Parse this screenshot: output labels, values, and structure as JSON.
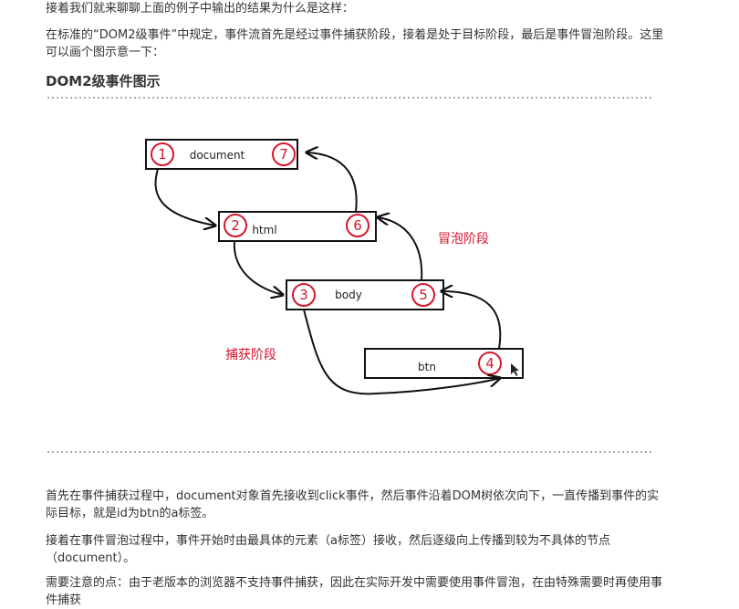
{
  "paragraphs": {
    "intro": "接着我们就来聊聊上面的例子中输出的结果为什么是这样：",
    "standard": "在标准的“DOM2级事件”中规定，事件流首先是经过事件捕获阶段，接着是处于目标阶段，最后是事件冒泡阶段。这里可以画个图示意一下：",
    "capture_desc": "首先在事件捕获过程中，document对象首先接收到click事件，然后事件沿着DOM树依次向下，一直传播到事件的实际目标，就是id为btn的a标签。",
    "bubble_desc": "接着在事件冒泡过程中，事件开始时由最具体的元素（a标签）接收，然后逐级向上传播到较为不具体的节点（document）。",
    "note": "需要注意的点：由于老版本的浏览器不支持事件捕获，因此在实际开发中需要使用事件冒泡，在由特殊需要时再使用事件捕获"
  },
  "heading": "DOM2级事件图示",
  "diagram": {
    "nodes": [
      {
        "label": "document",
        "left_num": "1",
        "right_num": "7"
      },
      {
        "label": "html",
        "left_num": "2",
        "right_num": "6"
      },
      {
        "label": "body",
        "left_num": "3",
        "right_num": "5"
      },
      {
        "label": "btn",
        "right_num": "4"
      }
    ],
    "capture_label": "捕获阶段",
    "bubble_label": "冒泡阶段"
  }
}
